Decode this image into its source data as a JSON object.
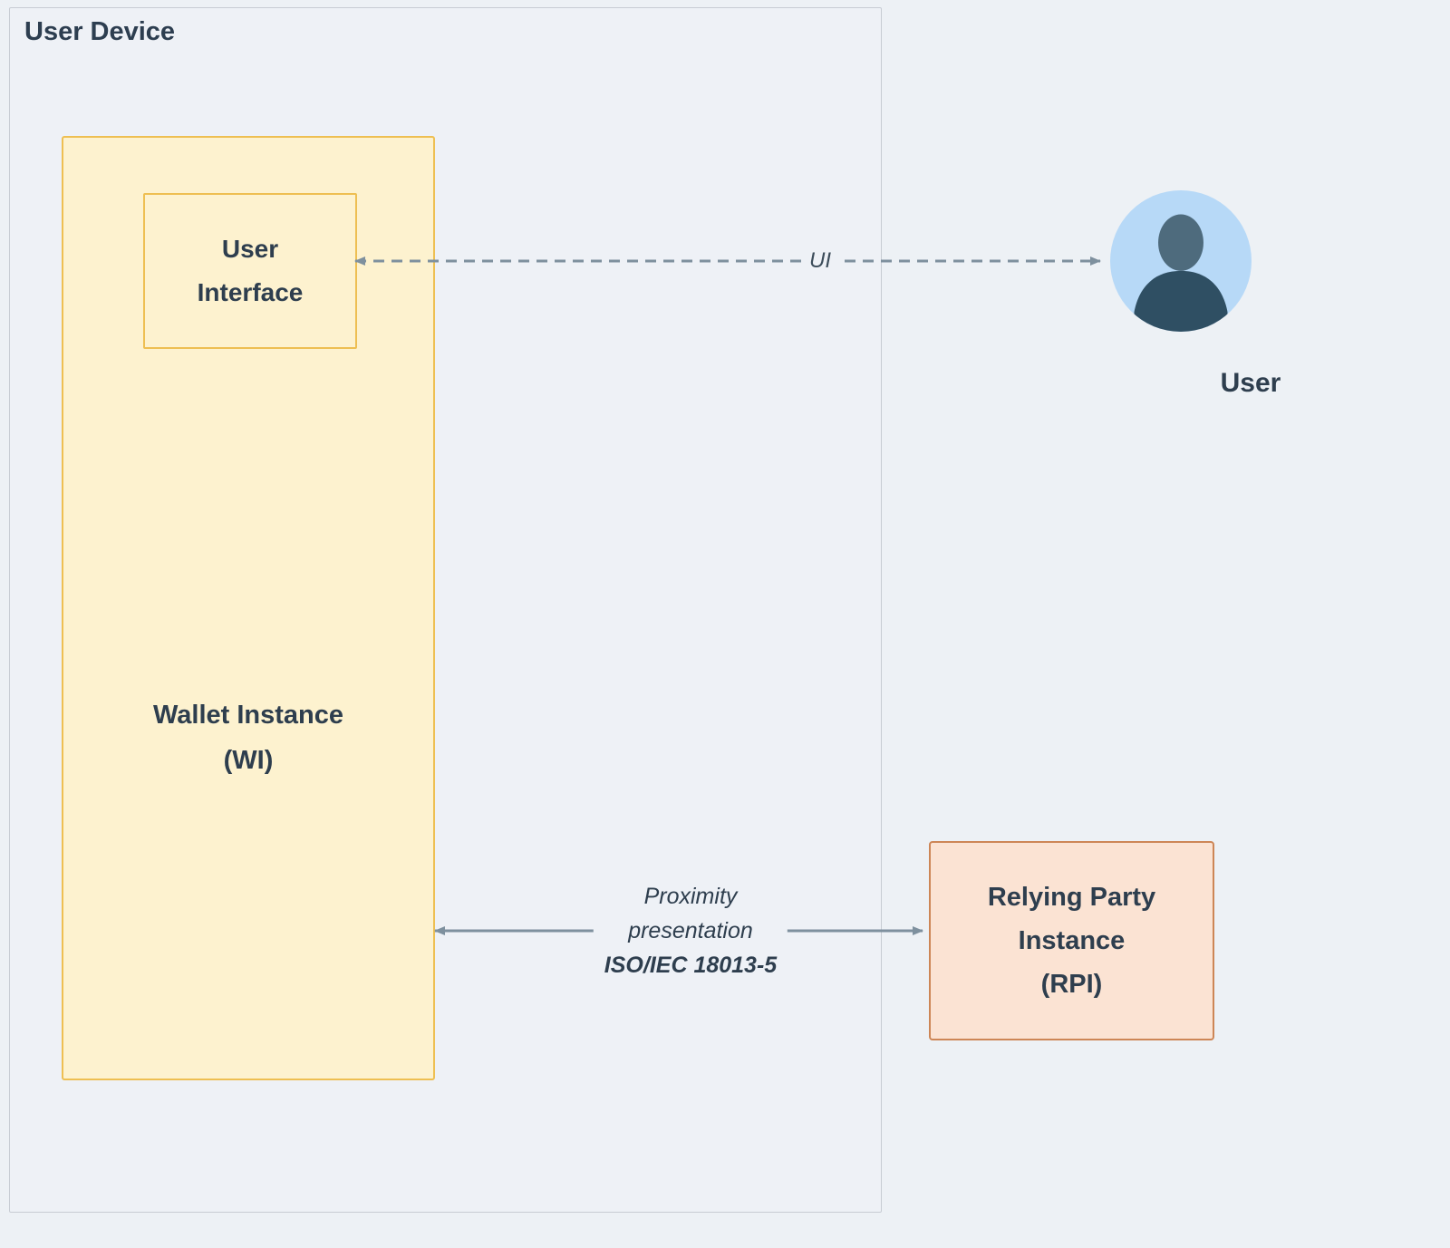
{
  "diagram": {
    "user_device": {
      "label": "User Device"
    },
    "wallet_instance": {
      "label_line1": "Wallet Instance",
      "label_line2": "(WI)"
    },
    "user_interface": {
      "label_line1": "User",
      "label_line2": "Interface"
    },
    "user": {
      "label": "User"
    },
    "relying_party": {
      "label_line1": "Relying Party",
      "label_line2": "Instance",
      "label_line3": "(RPI)"
    },
    "arrows": {
      "ui_link": {
        "label": "UI"
      },
      "proximity_link": {
        "label_line1": "Proximity",
        "label_line2": "presentation",
        "label_line3": "ISO/IEC 18013-5"
      }
    },
    "colors": {
      "background": "#edf1f5",
      "panel_bg": "#eef1f6",
      "panel_border": "#c7ccd3",
      "wallet_fill": "#fdf2cf",
      "wallet_border": "#eebf52",
      "rpi_fill": "#fbe3d3",
      "rpi_border": "#cd8656",
      "arrow": "#7e909e",
      "text_dark": "#2e3e4e",
      "avatar_bg": "#b7d9f7",
      "avatar_head": "#4e6b7d",
      "avatar_body": "#2f4f63"
    }
  }
}
